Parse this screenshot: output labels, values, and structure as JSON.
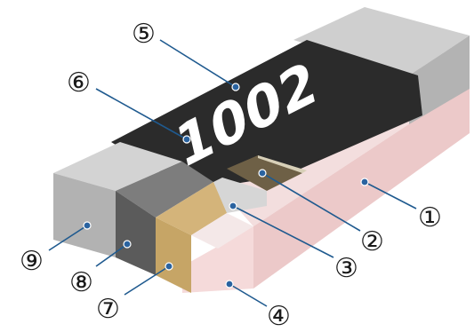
{
  "component_marking": "1002",
  "callouts": [
    "①",
    "②",
    "③",
    "④",
    "⑤",
    "⑥",
    "⑦",
    "⑧",
    "⑨"
  ],
  "colors": {
    "substrate_top": "#f4dede",
    "substrate_side": "#e8c8c8",
    "coating": "#2b2b2b",
    "resistive_film": "#6e6046",
    "inner_electrode": "#d9d9d9",
    "terminal_nickel": "#6c6c6c",
    "terminal_tin": "#b9b9b9",
    "barrier_layer": "#c8a868",
    "leader": "#1f5a8f"
  }
}
